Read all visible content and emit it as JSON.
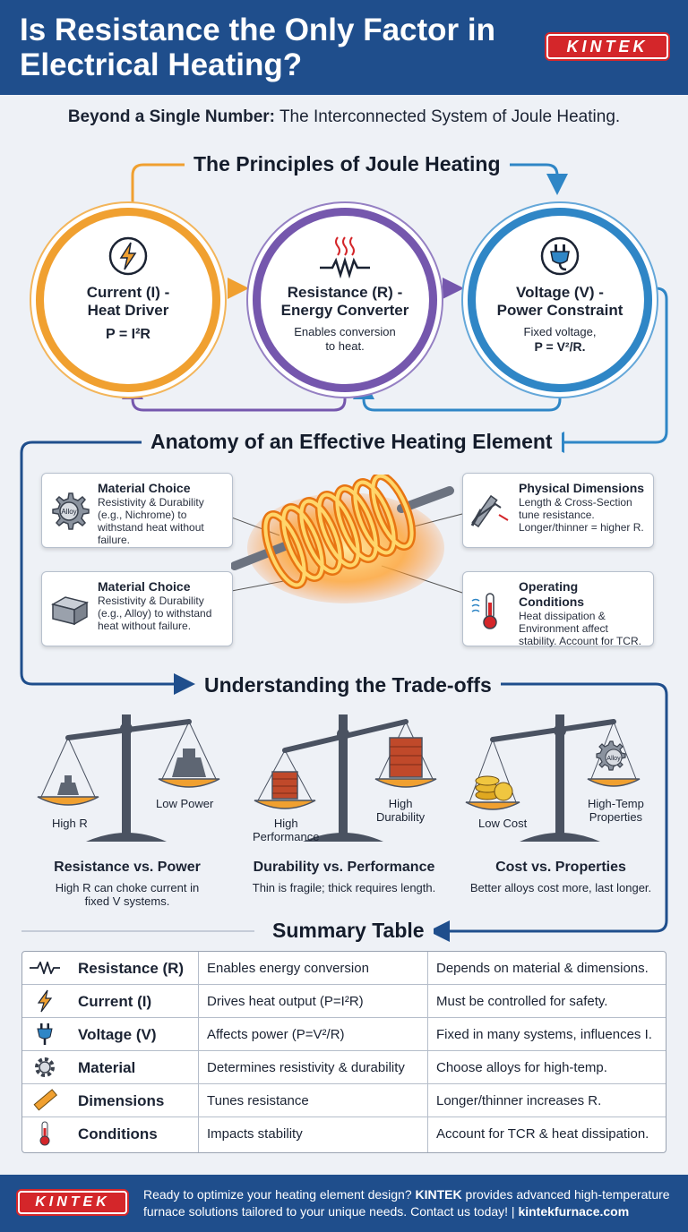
{
  "header": {
    "title": "Is Resistance the Only Factor in Electrical Heating?",
    "logo": "KINTEK"
  },
  "subtitle": {
    "bold": "Beyond a Single Number:",
    "rest": " The Interconnected System of Joule Heating."
  },
  "principles": {
    "title": "The Principles of Joule Heating",
    "items": [
      {
        "title": "Current (I) -\nHeat Driver",
        "text": "",
        "eq": "P = I²R",
        "icon": "lightning-icon",
        "color": "#f0a030"
      },
      {
        "title": "Resistance (R) -\nEnergy Converter",
        "text": "Enables conversion\nto heat.",
        "eq": "",
        "icon": "resistor-heat-icon",
        "color": "#7557ad"
      },
      {
        "title": "Voltage (V) -\nPower Constraint",
        "text": "Fixed voltage,",
        "eq": "P = V²/R.",
        "icon": "plug-icon",
        "color": "#2f86c6"
      }
    ]
  },
  "anatomy": {
    "title": "Anatomy of an Effective Heating Element",
    "cards": [
      {
        "title": "Material Choice",
        "text": "Resistivity & Durability (e.g., Nichrome) to withstand heat without failure.",
        "icon": "gear-icon",
        "icon_label": "Alloy"
      },
      {
        "title": "Material Choice",
        "text": "Resistivity & Durability (e.g., Alloy) to withstand heat without failure.",
        "icon": "metal-block-icon"
      },
      {
        "title": "Physical Dimensions",
        "text": "Length & Cross-Section tune resistance. Longer/thinner = higher R.",
        "icon": "caliper-icon"
      },
      {
        "title": "Operating Conditions",
        "text": "Heat dissipation & Environment affect stability. Account for TCR.",
        "icon": "thermometer-icon"
      }
    ]
  },
  "tradeoffs": {
    "title": "Understanding the Trade-offs",
    "items": [
      {
        "left_label": "High R",
        "right_label": "Low Power",
        "title": "Resistance vs. Power",
        "text": "High R can choke current in\nfixed V systems."
      },
      {
        "left_label": "High\nPerformance",
        "right_label": "High\nDurability",
        "title": "Durability vs. Performance",
        "text": "Thin is fragile; thick requires length."
      },
      {
        "left_label": "Low Cost",
        "right_label": "High-Temp\nProperties",
        "title": "Cost vs. Properties",
        "text": "Better alloys cost more, last longer.",
        "gear_label": "Alloy"
      }
    ]
  },
  "summary": {
    "title": "Summary Table",
    "rows": [
      {
        "icon": "resistor-icon",
        "name": "Resistance (R)",
        "role": "Enables energy conversion",
        "note": "Depends on material & dimensions."
      },
      {
        "icon": "lightning-icon",
        "name": "Current (I)",
        "role": "Drives heat output (P=I²R)",
        "note": "Must be controlled for safety."
      },
      {
        "icon": "plug-icon",
        "name": "Voltage (V)",
        "role": "Affects power (P=V²/R)",
        "note": "Fixed in many systems, influences I."
      },
      {
        "icon": "gear-icon",
        "name": "Material",
        "role": "Determines resistivity & durability",
        "note": "Choose alloys for high-temp."
      },
      {
        "icon": "ruler-icon",
        "name": "Dimensions",
        "role": "Tunes resistance",
        "note": "Longer/thinner increases R."
      },
      {
        "icon": "thermometer-icon",
        "name": "Conditions",
        "role": "Impacts stability",
        "note": "Account for TCR & heat dissipation."
      }
    ]
  },
  "footer": {
    "logo": "KINTEK",
    "text_1": "Ready to optimize your heating element design? ",
    "brand": "KINTEK",
    "text_2": " provides advanced high-temperature furnace solutions tailored to your unique needs. Contact us today! | ",
    "link": "kintekfurnace.com"
  },
  "colors": {
    "header_bg": "#1f4e8c",
    "brand_red": "#d4262a",
    "current": "#f0a030",
    "resistance": "#7557ad",
    "voltage": "#2f86c6"
  }
}
